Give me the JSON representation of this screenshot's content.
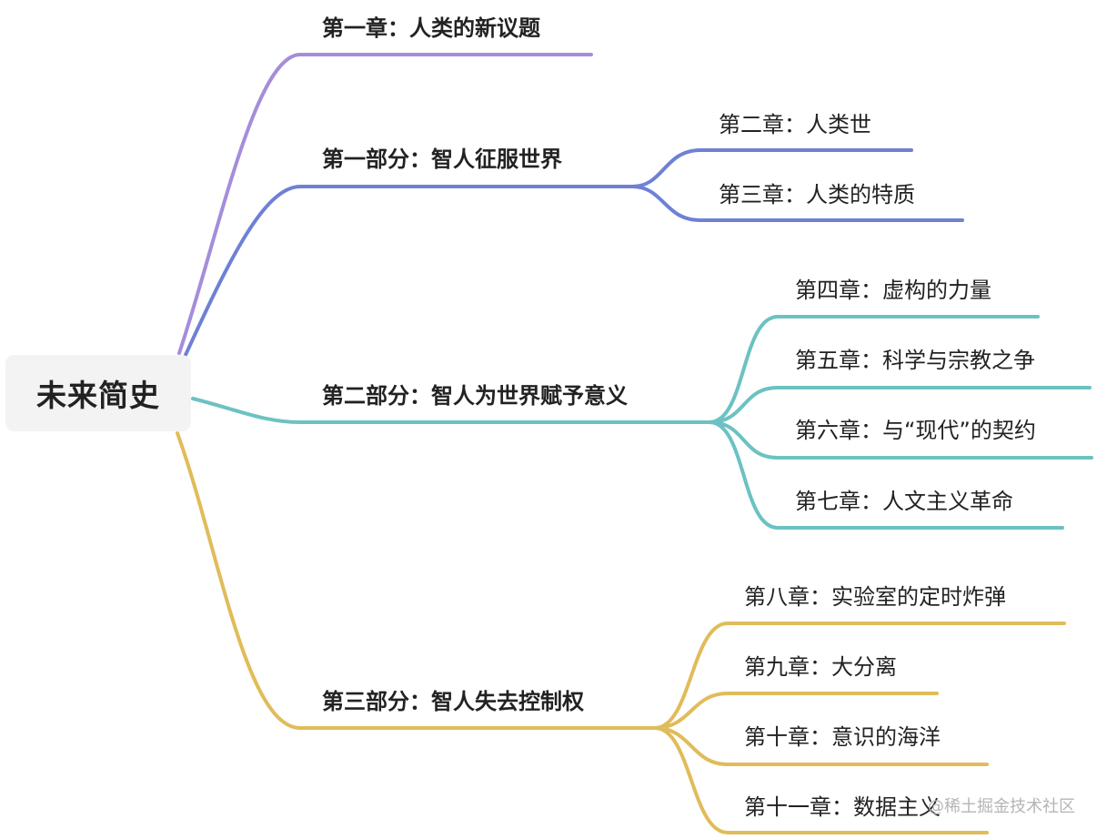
{
  "root": {
    "label": "未来简史"
  },
  "branches": [
    {
      "label": "第一章：人类的新议题",
      "color": "#a58ddb",
      "children": []
    },
    {
      "label": "第一部分：智人征服世界",
      "color": "#6f80d6",
      "children": [
        {
          "label": "第二章：人类世"
        },
        {
          "label": "第三章：人类的特质"
        }
      ]
    },
    {
      "label": "第二部分：智人为世界赋予意义",
      "color": "#6cc2c2",
      "children": [
        {
          "label": "第四章：虚构的力量"
        },
        {
          "label": "第五章：科学与宗教之争"
        },
        {
          "label": "第六章：与“现代”的契约"
        },
        {
          "label": "第七章：人文主义革命"
        }
      ]
    },
    {
      "label": "第三部分：智人失去控制权",
      "color": "#e0bc5a",
      "children": [
        {
          "label": "第八章：实验室的定时炸弹"
        },
        {
          "label": "第九章：大分离"
        },
        {
          "label": "第十章：意识的海洋"
        },
        {
          "label": "第十一章：数据主义"
        }
      ]
    }
  ],
  "watermark": "@稀土掘金技术社区"
}
